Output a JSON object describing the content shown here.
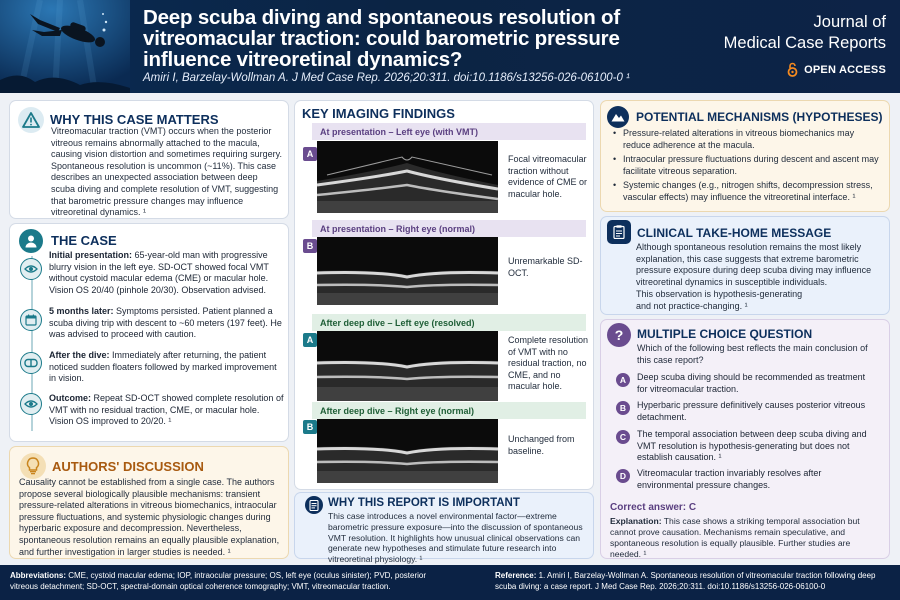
{
  "header": {
    "title": "Deep scuba diving and spontaneous resolution of vitreomacular traction: could barometric pressure influence vitreoretinal dynamics?",
    "citation": "Amiri I, Barzelay-Wollman A. J Med Case Rep. 2026;20:311. doi:10.1186/s13256-026-06100-0 ¹",
    "journal_line1": "Journal of",
    "journal_line2": "Medical Case Reports",
    "open_access": "OPEN ACCESS"
  },
  "why_matters": {
    "title": "WHY THIS CASE MATTERS",
    "text": "Vitreomacular traction (VMT) occurs when the posterior vitreous remains abnormally attached to the macula, causing vision distortion and sometimes requiring surgery. Spontaneous resolution is uncommon (~11%). This case describes an unexpected association between deep scuba diving and complete resolution of VMT, suggesting that barometric pressure changes may influence vitreoretinal dynamics. ¹"
  },
  "the_case": {
    "title": "THE CASE",
    "items": [
      {
        "lead": "Initial presentation:",
        "text": " 65-year-old man with progressive blurry vision in the left eye. SD-OCT showed focal VMT without cystoid macular edema (CME) or macular hole. Vision OS 20/40 (pinhole 20/30). Observation advised."
      },
      {
        "lead": "5 months later:",
        "text": " Symptoms persisted. Patient planned a scuba diving trip with descent to ~60 meters (197 feet). He was advised to proceed with caution."
      },
      {
        "lead": "After the dive:",
        "text": " Immediately after returning, the patient noticed sudden floaters followed by marked improvement in vision."
      },
      {
        "lead": "Outcome:",
        "text": " Repeat SD-OCT showed complete resolution of VMT with no residual traction, CME, or macular hole. Vision OS improved to 20/20. ¹"
      }
    ]
  },
  "authors": {
    "title": "AUTHORS' DISCUSSION",
    "text": "Causality cannot be established from a single case. The authors propose several biologically plausible mechanisms: transient pressure-related alterations in vitreous biomechanics, intraocular pressure fluctuations, and systemic physiologic changes during hyperbaric exposure and decompression. Nevertheless, spontaneous resolution remains an equally plausible explanation, and further investigation in larger studies is needed. ¹"
  },
  "imaging": {
    "title": "KEY IMAGING FINDINGS",
    "panels": [
      {
        "header": "At presentation – Left eye (with VMT)",
        "letter": "A",
        "caption": "Focal vitreomacular traction without evidence of CME or macular hole."
      },
      {
        "header": "At presentation – Right eye (normal)",
        "letter": "B",
        "caption": "Unremarkable SD-OCT."
      },
      {
        "header": "After deep dive – Left eye (resolved)",
        "letter": "A",
        "caption": "Complete resolution of VMT with no residual traction, no CME, and no macular hole."
      },
      {
        "header": "After deep dive – Right eye (normal)",
        "letter": "B",
        "caption": "Unchanged from baseline."
      }
    ]
  },
  "why_important": {
    "title": "WHY THIS REPORT IS IMPORTANT",
    "text": "This case introduces a novel environmental factor—extreme barometric pressure exposure—into the discussion of spontaneous VMT resolution. It highlights how unusual clinical observations can generate new hypotheses and stimulate future research into vitreoretinal physiology. ¹"
  },
  "mechanisms": {
    "title": "POTENTIAL MECHANISMS (HYPOTHESES)",
    "items": [
      "Pressure-related alterations in vitreous biomechanics may reduce adherence at the macula.",
      "Intraocular pressure fluctuations during descent and ascent may facilitate vitreous separation.",
      "Systemic changes (e.g., nitrogen shifts, decompression stress, vascular effects) may influence the vitreoretinal interface. ¹"
    ]
  },
  "takehome": {
    "title": "CLINICAL TAKE-HOME MESSAGE",
    "text": "Although spontaneous resolution remains the most likely explanation, this case suggests that extreme barometric pressure exposure during deep scuba diving may influence vitreoretinal dynamics in susceptible individuals.",
    "text2": "This observation is hypothesis-generating and not practice-changing. ¹"
  },
  "mcq": {
    "title": "MULTIPLE CHOICE QUESTION",
    "question": "Which of the following best reflects the main conclusion of this case report?",
    "options": [
      {
        "letter": "A",
        "text": "Deep scuba diving should be recommended as treatment for vitreomacular traction."
      },
      {
        "letter": "B",
        "text": "Hyperbaric pressure definitively causes posterior vitreous detachment."
      },
      {
        "letter": "C",
        "text": "The temporal association between deep scuba diving and VMT resolution is hypothesis-generating but does not establish causation. ¹"
      },
      {
        "letter": "D",
        "text": "Vitreomacular traction invariably resolves after environmental pressure changes."
      }
    ],
    "answer": "Correct answer: C",
    "explanation_lead": "Explanation:",
    "explanation": " This case shows a striking temporal association but cannot prove causation. Mechanisms remain speculative, and spontaneous resolution is equally plausible. Further studies are needed. ¹"
  },
  "footer": {
    "abbrev_lead": "Abbreviations:",
    "abbrev": " CME, cystoid macular edema; IOP, intraocular pressure; OS, left eye (oculus sinister); PVD, posterior vitreous detachment; SD-OCT, spectral-domain optical coherence tomography; VMT, vitreomacular traction.",
    "ref_lead": "Reference:",
    "ref": " 1. Amiri I, Barzelay-Wollman A. Spontaneous resolution of vitreomacular traction following deep scuba diving: a case report. J Med Case Rep. 2026;20:311. doi:10.1186/s13256-026-06100-0"
  },
  "colors": {
    "navy": "#0b2245",
    "teal": "#1b7a8a",
    "orange": "#e8a43a",
    "purple": "#6a4c8f",
    "green": "#3f8a5b"
  }
}
